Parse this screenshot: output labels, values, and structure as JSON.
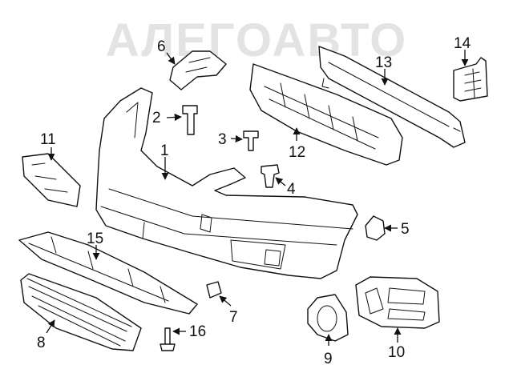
{
  "watermark": {
    "text": "АЛЕГОАВТО"
  },
  "callouts": [
    {
      "id": "1",
      "label": "1"
    },
    {
      "id": "2",
      "label": "2"
    },
    {
      "id": "3",
      "label": "3"
    },
    {
      "id": "4",
      "label": "4"
    },
    {
      "id": "5",
      "label": "5"
    },
    {
      "id": "6",
      "label": "6"
    },
    {
      "id": "7",
      "label": "7"
    },
    {
      "id": "8",
      "label": "8"
    },
    {
      "id": "9",
      "label": "9"
    },
    {
      "id": "10",
      "label": "10"
    },
    {
      "id": "11",
      "label": "11"
    },
    {
      "id": "12",
      "label": "12"
    },
    {
      "id": "13",
      "label": "13"
    },
    {
      "id": "14",
      "label": "14"
    },
    {
      "id": "15",
      "label": "15"
    },
    {
      "id": "16",
      "label": "16"
    }
  ],
  "colors": {
    "line": "#111111",
    "watermark": "#e3e3e3",
    "background": "#ffffff"
  }
}
